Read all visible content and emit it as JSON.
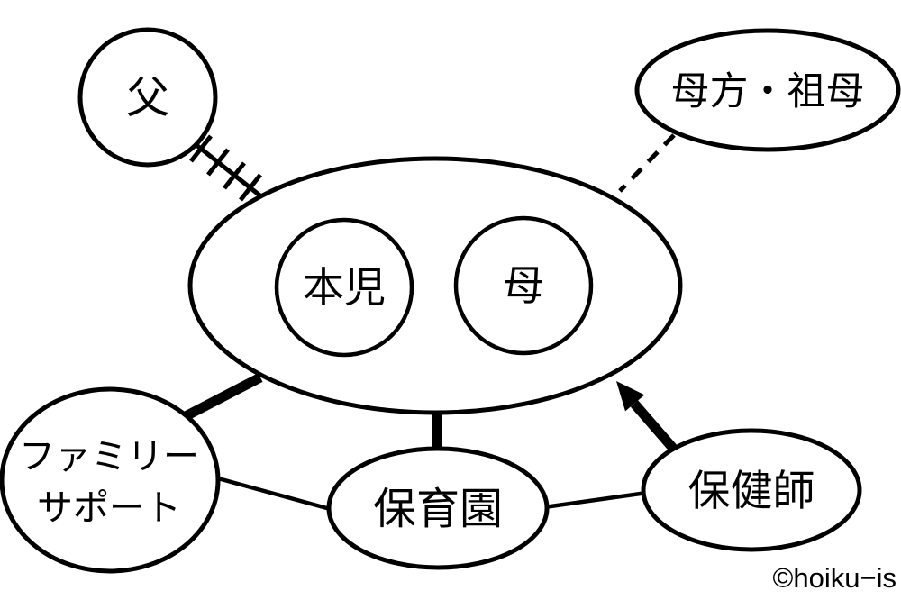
{
  "diagram": {
    "type": "ecomap",
    "background_color": "#ffffff",
    "line_color": "#000000",
    "nodes": {
      "father": {
        "label": "父",
        "shape": "circle"
      },
      "maternal_grandmother": {
        "label": "母方・祖母",
        "shape": "ellipse"
      },
      "household": {
        "shape": "ellipse",
        "members": {
          "child": {
            "label": "本児",
            "shape": "circle"
          },
          "mother": {
            "label": "母",
            "shape": "circle"
          }
        }
      },
      "family_support": {
        "label_line1": "ファミリー",
        "label_line2": "サポート",
        "shape": "ellipse"
      },
      "nursery_school": {
        "label": "保育園",
        "shape": "ellipse"
      },
      "public_health_nurse": {
        "label": "保健師",
        "shape": "ellipse"
      }
    },
    "edges": [
      {
        "from": "father",
        "to": "household",
        "style": "hatched-stressful"
      },
      {
        "from": "maternal_grandmother",
        "to": "household",
        "style": "dashed-weak"
      },
      {
        "from": "family_support",
        "to": "household",
        "style": "thick-strong"
      },
      {
        "from": "nursery_school",
        "to": "household",
        "style": "thick-strong"
      },
      {
        "from": "public_health_nurse",
        "to": "household",
        "style": "thick-arrow"
      },
      {
        "from": "family_support",
        "to": "nursery_school",
        "style": "thin"
      },
      {
        "from": "nursery_school",
        "to": "public_health_nurse",
        "style": "thin"
      }
    ],
    "watermark": {
      "text": "©hoiku−is",
      "color": "#8b8b8b"
    }
  }
}
